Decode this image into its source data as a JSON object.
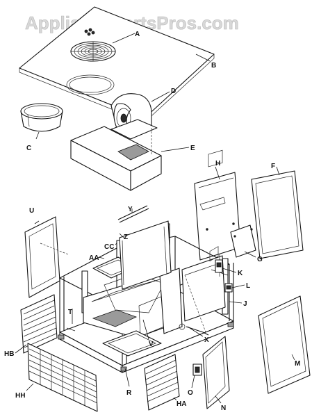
{
  "watermark": "AppliancePartsPros.com",
  "labels": {
    "A": "A",
    "B": "B",
    "C": "C",
    "D": "D",
    "E": "E",
    "F": "F",
    "G": "G",
    "H": "H",
    "J": "J",
    "K": "K",
    "L": "L",
    "M": "M",
    "N": "N",
    "O": "O",
    "R": "R",
    "T": "T",
    "U": "U",
    "V": "V",
    "X": "X",
    "Y": "Y",
    "Z": "Z",
    "AA": "AA",
    "CC": "CC",
    "HA": "HA",
    "HB": "HB",
    "HH": "HH"
  }
}
